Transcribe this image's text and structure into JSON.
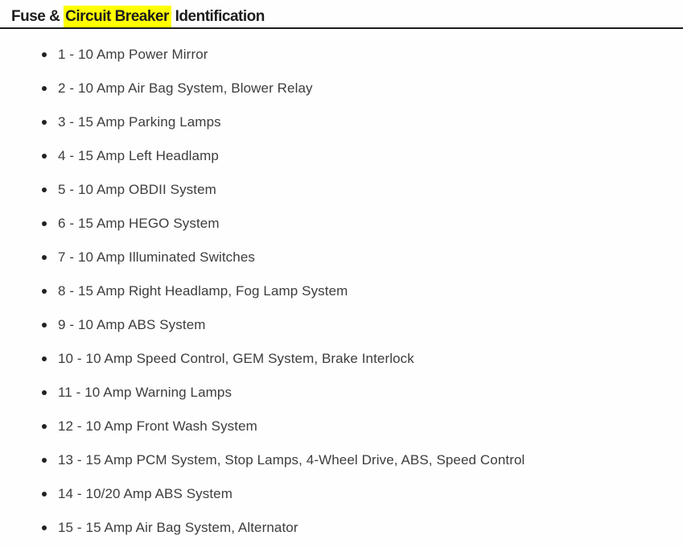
{
  "page": {
    "background_color": "#fefefe"
  },
  "header": {
    "title_prefix": "Fuse & ",
    "title_highlight": "Circuit Breaker",
    "title_suffix": " Identification",
    "highlight_color": "#ffff00",
    "title_color": "#1d1d1d"
  },
  "fuse_list": {
    "bullet_color": "#222222",
    "text_color": "#3d3d3d",
    "items": [
      {
        "label": "1 - 10 Amp Power Mirror"
      },
      {
        "label": "2 - 10 Amp Air Bag System, Blower Relay"
      },
      {
        "label": "3 - 15 Amp Parking Lamps"
      },
      {
        "label": "4 - 15 Amp Left Headlamp"
      },
      {
        "label": "5 - 10 Amp OBDII System"
      },
      {
        "label": "6 - 15 Amp HEGO System"
      },
      {
        "label": "7 - 10 Amp Illuminated Switches"
      },
      {
        "label": "8 - 15 Amp Right Headlamp, Fog Lamp System"
      },
      {
        "label": "9 - 10 Amp ABS System"
      },
      {
        "label": "10 - 10 Amp Speed Control, GEM System, Brake Interlock"
      },
      {
        "label": "11 - 10 Amp Warning Lamps"
      },
      {
        "label": "12 - 10 Amp Front Wash System"
      },
      {
        "label": "13 - 15 Amp PCM System, Stop Lamps, 4-Wheel Drive, ABS, Speed Control"
      },
      {
        "label": "14 - 10/20 Amp ABS System"
      },
      {
        "label": "15 - 15 Amp Air Bag System, Alternator"
      }
    ]
  }
}
